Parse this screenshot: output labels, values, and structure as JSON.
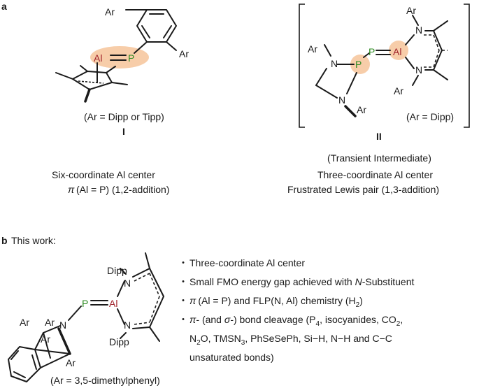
{
  "panel_a": {
    "label": "a",
    "compound_I": {
      "ar_labels": [
        "Ar",
        "Ar"
      ],
      "al": "Al",
      "p": "P",
      "note": "(Ar = Dipp or Tipp)",
      "numeral": "I"
    },
    "compound_II": {
      "ar_labels": [
        "Ar",
        "Ar",
        "Ar",
        "Ar"
      ],
      "n_labels": [
        "N",
        "N",
        "N",
        "N"
      ],
      "p_labels": [
        "P",
        "P"
      ],
      "al": "Al",
      "note": "(Ar = Dipp)",
      "numeral": "II"
    },
    "left_caption": {
      "line1": "Six-coordinate Al center",
      "line2_pi": "π",
      "line2_rest": "(Al = P) (1,2-addition)"
    },
    "right_caption": {
      "line1": "(Transient Intermediate)",
      "line2": "Three-coordinate Al center",
      "line3": "Frustrated Lewis pair (1,3-addition)"
    }
  },
  "panel_b": {
    "label": "b",
    "heading": "This work:",
    "molecule": {
      "dipp_labels": [
        "Dipp",
        "Dipp"
      ],
      "n_labels": [
        "N",
        "N",
        "N"
      ],
      "ar_labels": [
        "Ar",
        "Ar",
        "Ar",
        "Ar"
      ],
      "p": "P",
      "al": "Al",
      "note": "(Ar = 3,5-dimethylphenyl)"
    },
    "bullets": {
      "b1": "Three-coordinate Al center",
      "b2_pre": "Small FMO energy gap achieved with ",
      "b2_ital": "N",
      "b2_post": "-Substituent",
      "b3_pi": "π",
      "b3_rest": "(Al = P) and FLP(N, Al) chemistry (H",
      "b3_sub": "2",
      "b3_end": ")",
      "b4_pi": "π",
      "b4_mid": "- (and ",
      "b4_sigma": "σ",
      "b4_rest": "-) bond cleavage (P",
      "b4_sub": "4",
      "b4_rest2": ", isocyanides, CO",
      "b4_sub2": "2",
      "b4_end": ",",
      "b5_a": "N",
      "b5_sub": "2",
      "b5_b": "O, TMSN",
      "b5_sub2": "3",
      "b5_c": ", PhSeSePh, Si",
      "b5_d": "H, N",
      "b5_e": "H and C",
      "b5_f": "C",
      "b6": "unsaturated bonds)"
    }
  }
}
